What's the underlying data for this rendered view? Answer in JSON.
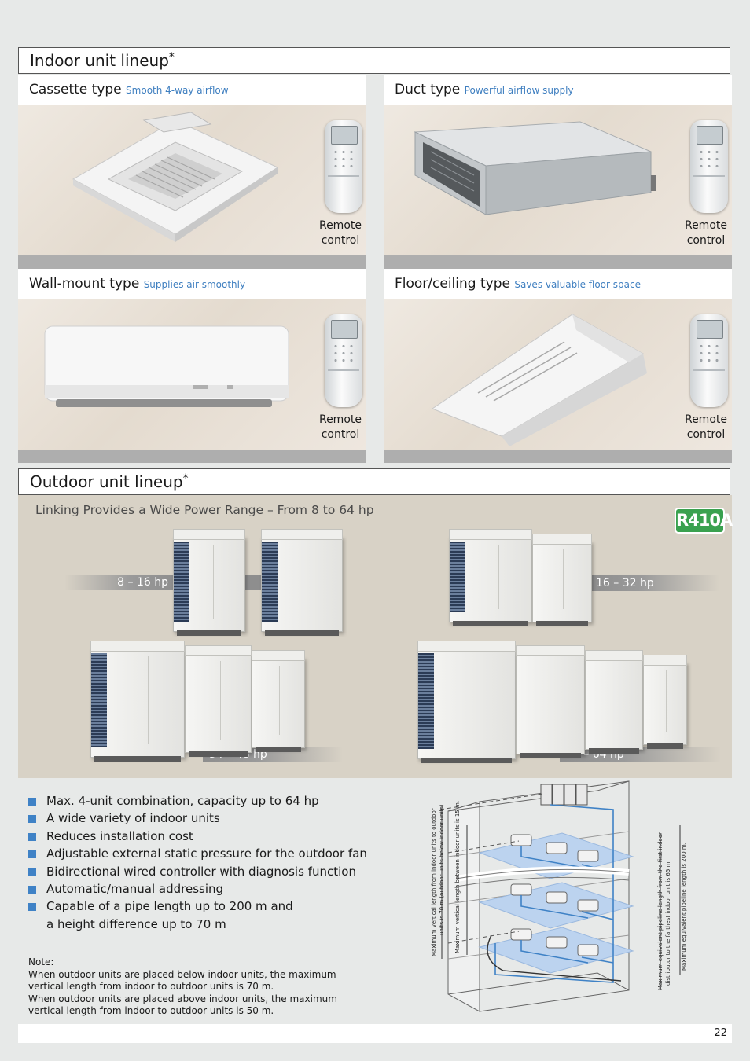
{
  "indoor": {
    "title": "Indoor unit lineup",
    "star": "*",
    "remote_label_line1": "Remote",
    "remote_label_line2": "control",
    "panels": [
      {
        "name": "Cassette type",
        "sub": "Smooth 4-way airflow"
      },
      {
        "name": "Duct type",
        "sub": "Powerful airflow supply"
      },
      {
        "name": "Wall-mount type",
        "sub": "Supplies air smoothly"
      },
      {
        "name": "Floor/ceiling type",
        "sub": "Saves valuable floor space"
      }
    ]
  },
  "outdoor": {
    "title": "Outdoor unit lineup",
    "star": "*",
    "subtitle": "Linking Provides a Wide Power Range – From 8 to 64 hp",
    "badge": "R410A",
    "ranges": [
      "8 – 16 hp",
      "16 – 32 hp",
      "34 – 48 hp",
      "50 – 64 hp"
    ]
  },
  "features": [
    "Max. 4-unit combination, capacity up to 64 hp",
    "A wide variety of indoor units",
    "Reduces installation cost",
    "Adjustable external static pressure for the outdoor fan",
    "Bidirectional wired controller with diagnosis function",
    "Automatic/manual addressing",
    "Capable of a pipe length up to 200 m and"
  ],
  "features_continuation": "a height difference up to 70 m",
  "note": {
    "heading": "Note:",
    "lines": [
      "When outdoor units are placed below indoor units, the maximum",
      "vertical length from indoor to outdoor units is 70 m.",
      "When outdoor units are placed above indoor units, the maximum",
      "vertical length from indoor to outdoor units is 50 m."
    ]
  },
  "diagram_labels": [
    "Maximum vertical length from indoor units to outdoor",
    "units is 70 m (outdoor units below indoor units).",
    "Maximum vertical length between indoor units is 15 m.",
    "Maximum equivalent pipeline length from the first indoor",
    "distributor to the farthest indoor unit is 65 m.",
    "Maximum equivalent pipeline length is 200 m."
  ],
  "page_number": "22",
  "colors": {
    "accent": "#3f7fc0",
    "badge": "#3aa14f",
    "bar": "#aeaeae"
  }
}
